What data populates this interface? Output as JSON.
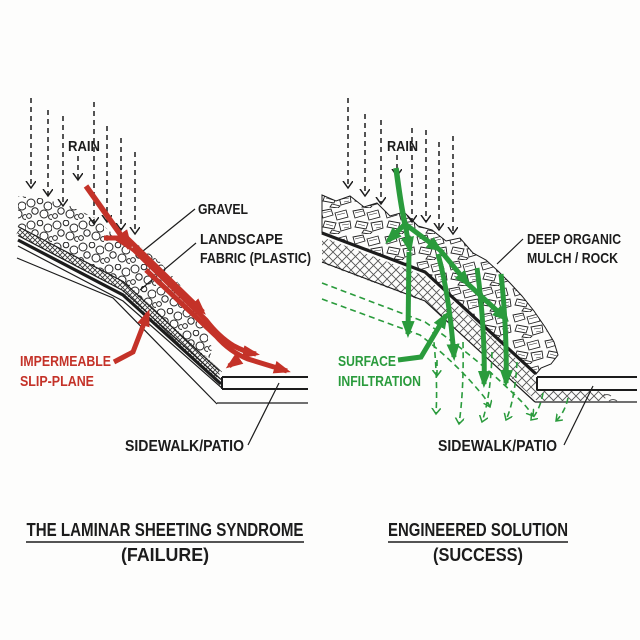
{
  "palette": {
    "red": "#c43228",
    "green": "#2a9b3c",
    "ink": "#1c1c1c"
  },
  "left_panel": {
    "rain_label": "RAIN",
    "gravel_label": "GRAVEL",
    "fabric_label_line1": "LANDSCAPE",
    "fabric_label_line2": "FABRIC (PLASTIC)",
    "slip_plane_label_line1": "IMPERMEABLE",
    "slip_plane_label_line2": "SLIP-PLANE",
    "sidewalk_label": "SIDEWALK/PATIO",
    "title": "THE LAMINAR SHEETING SYNDROME",
    "subtitle": "(FAILURE)"
  },
  "right_panel": {
    "rain_label": "RAIN",
    "mulch_label_line1": "DEEP ORGANIC",
    "mulch_label_line2": "MULCH / ROCK",
    "infiltration_label_line1": "SURFACE",
    "infiltration_label_line2": "INFILTRATION",
    "sidewalk_label": "SIDEWALK/PATIO",
    "title": "ENGINEERED SOLUTION",
    "subtitle": "(SUCCESS)"
  }
}
